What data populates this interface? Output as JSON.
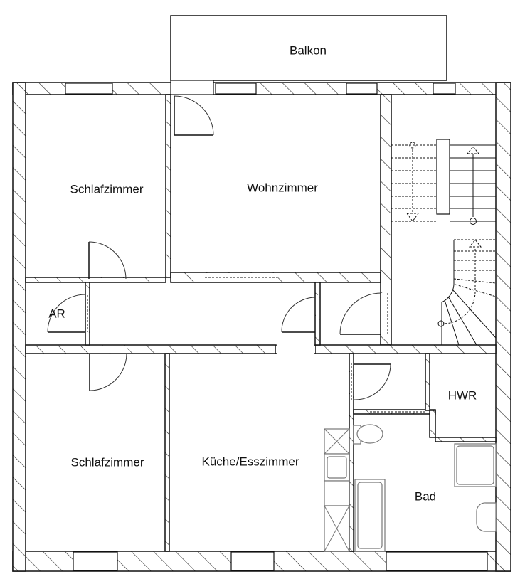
{
  "plan": {
    "rooms": {
      "balcony": "Balkon",
      "bedroom_top": "Schlafzimmer",
      "living_room": "Wohnzimmer",
      "storage": "AR",
      "utility": "HWR",
      "bedroom_bottom": "Schlafzimmer",
      "kitchen": "Küche/Esszimmer",
      "bathroom": "Bad"
    }
  }
}
